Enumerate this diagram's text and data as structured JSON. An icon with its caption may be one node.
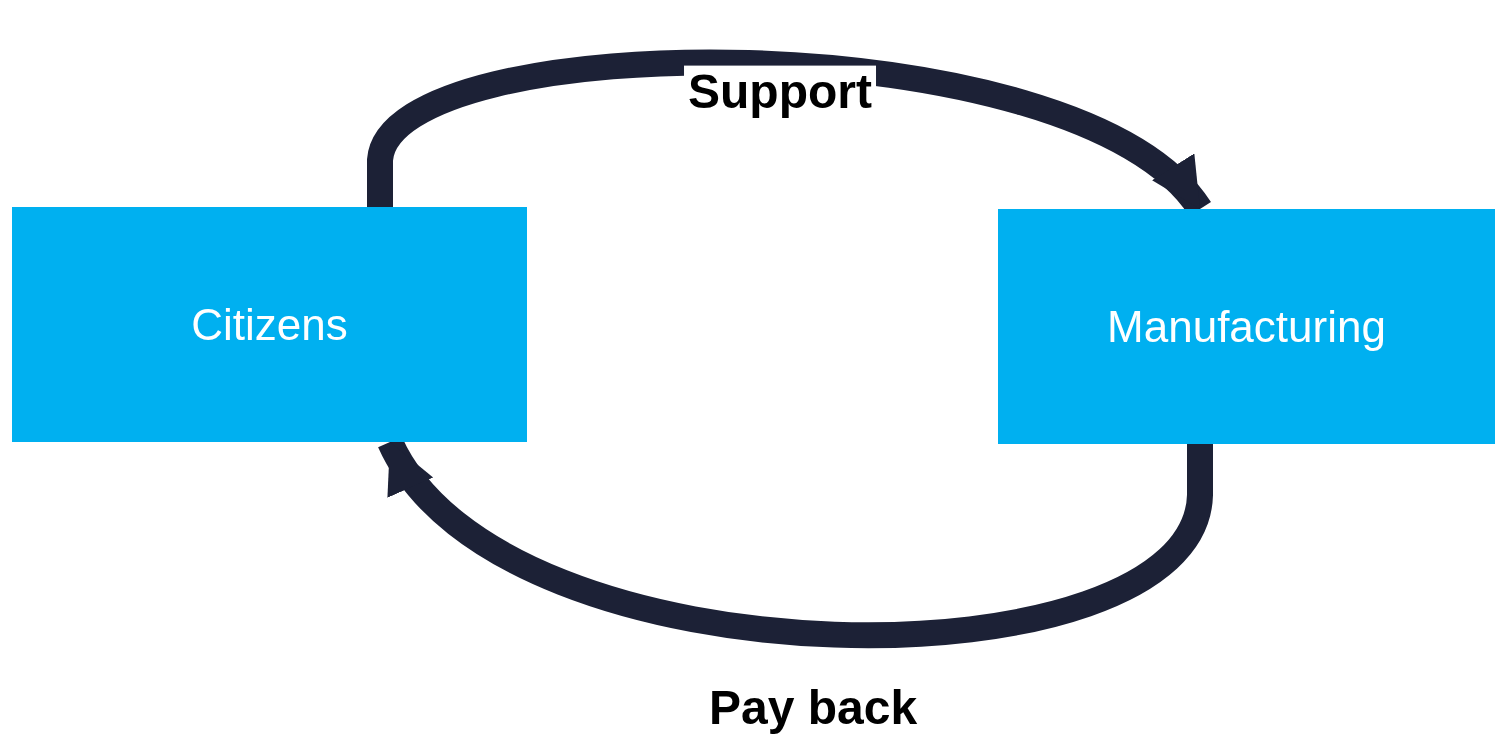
{
  "diagram": {
    "nodes": [
      {
        "text": [
          "Citizens"
        ]
      },
      {
        "text": [
          "Manufacturing"
        ]
      }
    ],
    "edges": [
      {
        "from": 0,
        "to": 1,
        "arrow": "to",
        "label": "Support"
      },
      {
        "from": 1,
        "to": 0,
        "arrow": "to",
        "label": "Pay back"
      }
    ]
  }
}
